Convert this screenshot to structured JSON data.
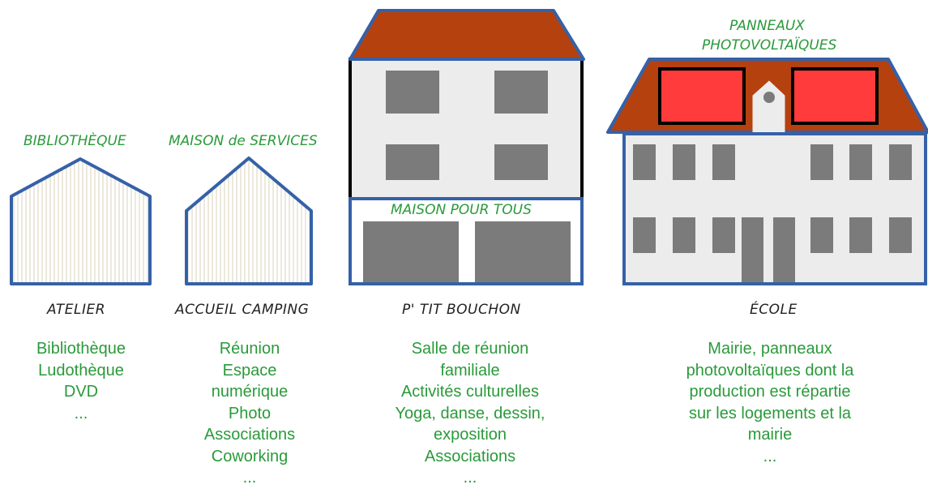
{
  "colors": {
    "outline": "#3561a8",
    "roof": "#b5410f",
    "wall": "#ececec",
    "window": "#7b7b7b",
    "panel": "#ff3b3b",
    "green_text": "#2a9a3a",
    "stripes": "#d8d2b8"
  },
  "buildings": [
    {
      "id": "atelier",
      "tag": "BIBLIOTHÈQUE",
      "name": "ATELIER",
      "items": [
        "Bibliothèque",
        "Ludothèque",
        "DVD",
        "..."
      ]
    },
    {
      "id": "accueil-camping",
      "tag": "MAISON de SERVICES",
      "name": "ACCUEIL CAMPING",
      "items": [
        "Réunion",
        "Espace",
        "numérique",
        "Photo",
        "Associations",
        "Coworking",
        "..."
      ]
    },
    {
      "id": "ptit-bouchon",
      "tag": "MAISON POUR TOUS",
      "name": "P' TIT BOUCHON",
      "items": [
        "Salle de réunion",
        "familiale",
        "Activités culturelles",
        "Yoga, danse, dessin,",
        "exposition",
        "Associations",
        "..."
      ]
    },
    {
      "id": "ecole",
      "tag_lines": [
        "PANNEAUX",
        "PHOTOVOLTAÏQUES"
      ],
      "name": "ÉCOLE",
      "items": [
        "Mairie, panneaux",
        "photovoltaïques dont la",
        "production est répartie",
        "sur les logements et la",
        "mairie",
        "..."
      ]
    }
  ]
}
